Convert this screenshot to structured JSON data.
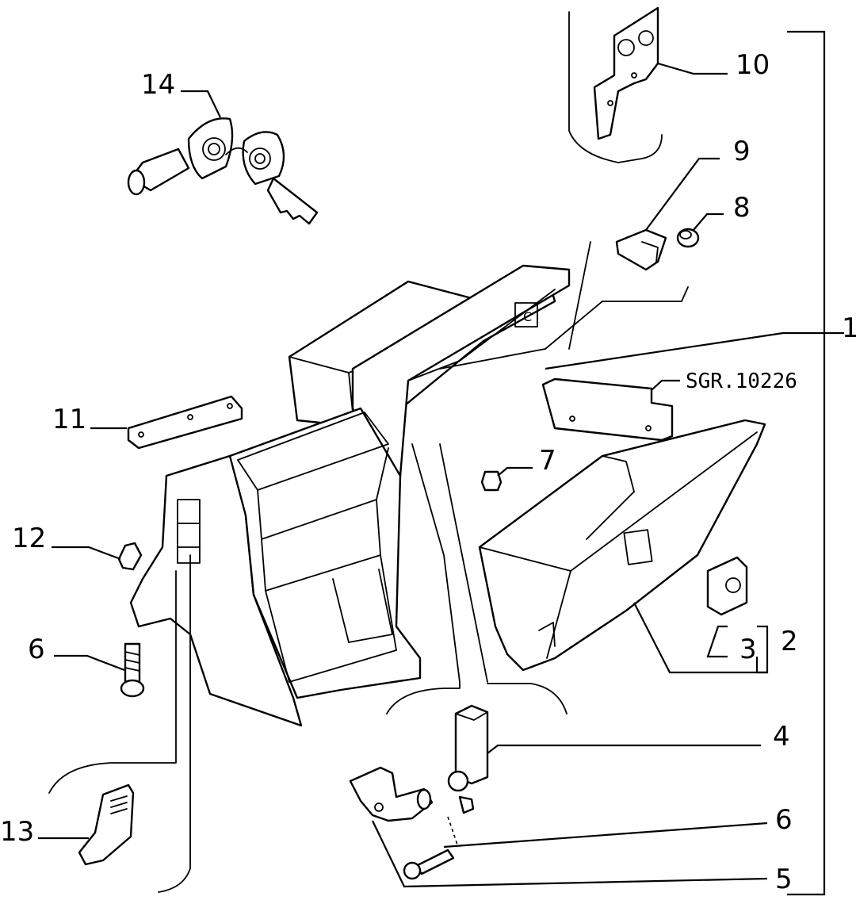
{
  "reference_code": "SGR.10226",
  "callouts": {
    "c1": "1",
    "c2": "2",
    "c3": "3",
    "c4": "4",
    "c5": "5",
    "c6a": "6",
    "c6b": "6",
    "c7": "7",
    "c8": "8",
    "c9": "9",
    "c10": "10",
    "c11": "11",
    "c12": "12",
    "c13": "13",
    "c14": "14"
  },
  "colors": {
    "line": "#000000",
    "background": "#ffffff"
  }
}
